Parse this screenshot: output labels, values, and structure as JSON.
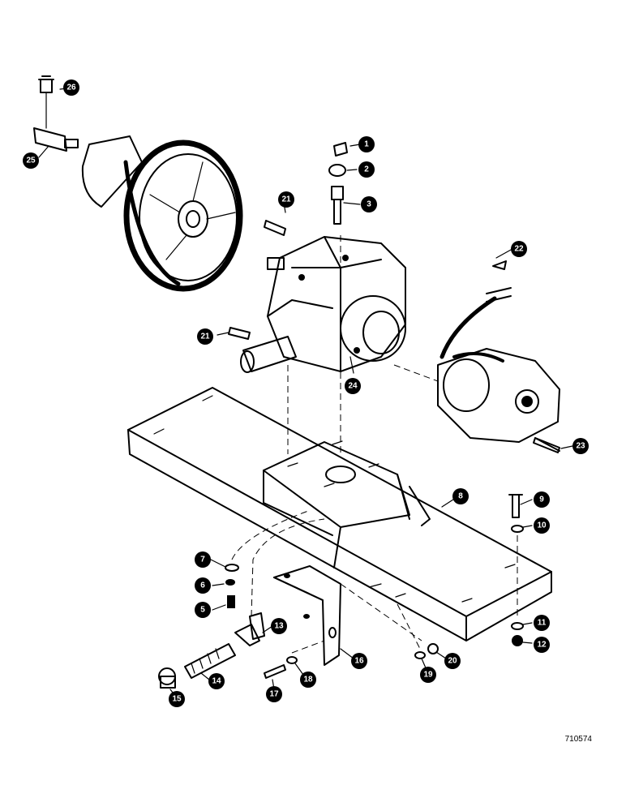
{
  "drawing_number": "710574",
  "callouts": [
    {
      "id": "1",
      "label": "1"
    },
    {
      "id": "2",
      "label": "2"
    },
    {
      "id": "3",
      "label": "3"
    },
    {
      "id": "5",
      "label": "5"
    },
    {
      "id": "6",
      "label": "6"
    },
    {
      "id": "7",
      "label": "7"
    },
    {
      "id": "8",
      "label": "8"
    },
    {
      "id": "9",
      "label": "9"
    },
    {
      "id": "10",
      "label": "10"
    },
    {
      "id": "11",
      "label": "11"
    },
    {
      "id": "12",
      "label": "12"
    },
    {
      "id": "13",
      "label": "13"
    },
    {
      "id": "14",
      "label": "14"
    },
    {
      "id": "15",
      "label": "15"
    },
    {
      "id": "16",
      "label": "16"
    },
    {
      "id": "17",
      "label": "17"
    },
    {
      "id": "18",
      "label": "18"
    },
    {
      "id": "19",
      "label": "19"
    },
    {
      "id": "20",
      "label": "20"
    },
    {
      "id": "21a",
      "label": "21"
    },
    {
      "id": "21b",
      "label": "21"
    },
    {
      "id": "22",
      "label": "22"
    },
    {
      "id": "23",
      "label": "23"
    },
    {
      "id": "24",
      "label": "24"
    },
    {
      "id": "25",
      "label": "25"
    },
    {
      "id": "26",
      "label": "26"
    }
  ]
}
